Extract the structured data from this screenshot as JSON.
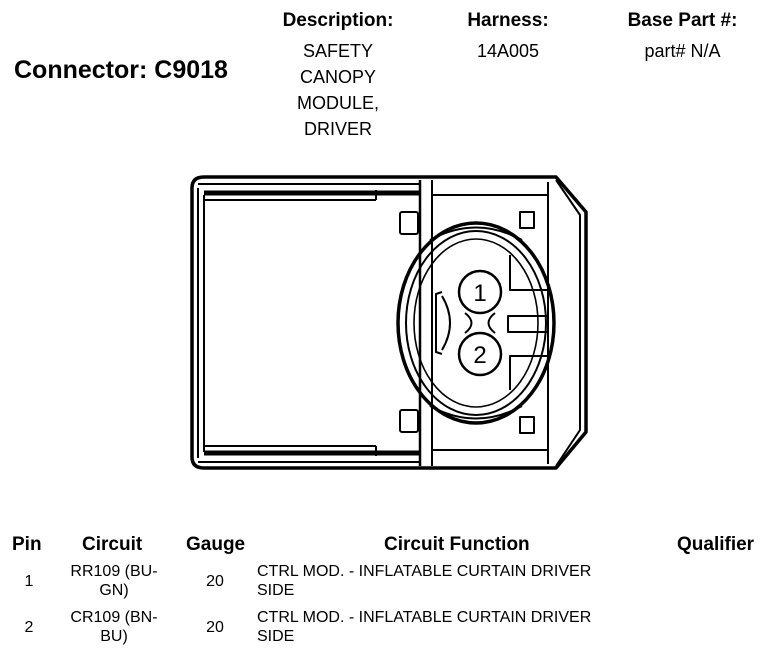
{
  "connector": {
    "title": "Connector: C9018"
  },
  "description": {
    "label": "Description:",
    "lines": [
      "SAFETY",
      "CANOPY",
      "MODULE,",
      "DRIVER"
    ]
  },
  "harness": {
    "label": "Harness:",
    "value": "14A005"
  },
  "base_part": {
    "label": "Base Part #:",
    "value": "part# N/A"
  },
  "diagram": {
    "pins": [
      "1",
      "2"
    ]
  },
  "table": {
    "headers": {
      "pin": "Pin",
      "circuit": "Circuit",
      "gauge": "Gauge",
      "function": "Circuit Function",
      "qualifier": "Qualifier"
    },
    "rows": [
      {
        "pin": "1",
        "circuit_l1": "RR109 (BU-",
        "circuit_l2": "GN)",
        "gauge": "20",
        "function_l1": "CTRL MOD. - INFLATABLE CURTAIN DRIVER",
        "function_l2": "SIDE",
        "qualifier": ""
      },
      {
        "pin": "2",
        "circuit_l1": "CR109 (BN-",
        "circuit_l2": "BU)",
        "gauge": "20",
        "function_l1": "CTRL MOD. - INFLATABLE CURTAIN DRIVER",
        "function_l2": "SIDE",
        "qualifier": ""
      }
    ]
  }
}
